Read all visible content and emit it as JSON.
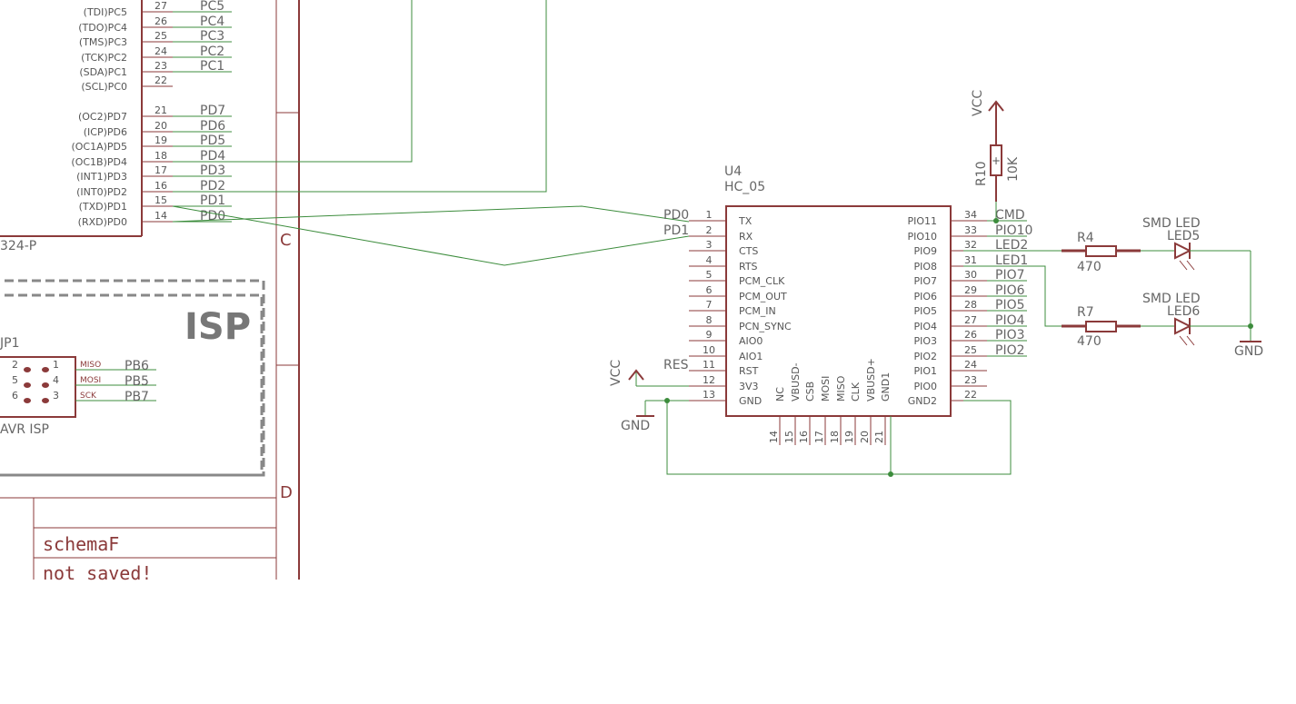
{
  "colors": {
    "symbol": "#8b3a3a",
    "wire": "#3c8c3c",
    "text": "#666666"
  },
  "mcu": {
    "part_label": "324-P",
    "pins": [
      {
        "num": "27",
        "fn": "(TDI)PC5",
        "net": "PC5"
      },
      {
        "num": "26",
        "fn": "(TDO)PC4",
        "net": "PC4"
      },
      {
        "num": "25",
        "fn": "(TMS)PC3",
        "net": "PC3"
      },
      {
        "num": "24",
        "fn": "(TCK)PC2",
        "net": "PC2"
      },
      {
        "num": "23",
        "fn": "(SDA)PC1",
        "net": "PC1"
      },
      {
        "num": "22",
        "fn": "(SCL)PC0",
        "net": ""
      },
      {
        "num": "21",
        "fn": "(OC2)PD7",
        "net": "PD7"
      },
      {
        "num": "20",
        "fn": "(ICP)PD6",
        "net": "PD6"
      },
      {
        "num": "19",
        "fn": "(OC1A)PD5",
        "net": "PD5"
      },
      {
        "num": "18",
        "fn": "(OC1B)PD4",
        "net": "PD4"
      },
      {
        "num": "17",
        "fn": "(INT1)PD3",
        "net": "PD3"
      },
      {
        "num": "16",
        "fn": "(INT0)PD2",
        "net": "PD2"
      },
      {
        "num": "15",
        "fn": "(TXD)PD1",
        "net": "PD1"
      },
      {
        "num": "14",
        "fn": "(RXD)PD0",
        "net": "PD0"
      }
    ]
  },
  "frame": {
    "row_c": "C",
    "row_d": "D",
    "sheet_name": "schemaF",
    "status": "not saved!"
  },
  "isp": {
    "title": "ISP",
    "ref": "JP1",
    "name": "AVR ISP",
    "pins_left": [
      "2",
      "5",
      "6"
    ],
    "pins_right": [
      "1",
      "4",
      "3"
    ],
    "signals": [
      {
        "sig": "MISO",
        "net": "PB6"
      },
      {
        "sig": "MOSI",
        "net": "PB5"
      },
      {
        "sig": "SCK",
        "net": "PB7"
      }
    ]
  },
  "bt": {
    "ref": "U4",
    "value": "HC_05",
    "left_pins": [
      {
        "num": "1",
        "fn": "TX",
        "net": "PD0"
      },
      {
        "num": "2",
        "fn": "RX",
        "net": "PD1"
      },
      {
        "num": "3",
        "fn": "CTS",
        "net": ""
      },
      {
        "num": "4",
        "fn": "RTS",
        "net": ""
      },
      {
        "num": "5",
        "fn": "PCM_CLK",
        "net": ""
      },
      {
        "num": "6",
        "fn": "PCM_OUT",
        "net": ""
      },
      {
        "num": "7",
        "fn": "PCM_IN",
        "net": ""
      },
      {
        "num": "8",
        "fn": "PCN_SYNC",
        "net": ""
      },
      {
        "num": "9",
        "fn": "AIO0",
        "net": ""
      },
      {
        "num": "10",
        "fn": "AIO1",
        "net": ""
      },
      {
        "num": "11",
        "fn": "RST",
        "net": "RES"
      },
      {
        "num": "12",
        "fn": "3V3",
        "net": ""
      },
      {
        "num": "13",
        "fn": "GND",
        "net": ""
      }
    ],
    "right_pins": [
      {
        "num": "34",
        "fn": "PIO11",
        "net": "CMD"
      },
      {
        "num": "33",
        "fn": "PIO10",
        "net": "PIO10"
      },
      {
        "num": "32",
        "fn": "PIO9",
        "net": "LED2"
      },
      {
        "num": "31",
        "fn": "PIO8",
        "net": "LED1"
      },
      {
        "num": "30",
        "fn": "PIO7",
        "net": "PIO7"
      },
      {
        "num": "29",
        "fn": "PIO6",
        "net": "PIO6"
      },
      {
        "num": "28",
        "fn": "PIO5",
        "net": "PIO5"
      },
      {
        "num": "27",
        "fn": "PIO4",
        "net": "PIO4"
      },
      {
        "num": "26",
        "fn": "PIO3",
        "net": "PIO3"
      },
      {
        "num": "25",
        "fn": "PIO2",
        "net": "PIO2"
      },
      {
        "num": "24",
        "fn": "PIO1",
        "net": ""
      },
      {
        "num": "23",
        "fn": "PIO0",
        "net": ""
      },
      {
        "num": "22",
        "fn": "GND2",
        "net": ""
      }
    ],
    "bottom_pins": [
      {
        "num": "14",
        "fn": "NC"
      },
      {
        "num": "15",
        "fn": "VBUSD-"
      },
      {
        "num": "16",
        "fn": "CSB"
      },
      {
        "num": "17",
        "fn": "MOSI"
      },
      {
        "num": "18",
        "fn": "MISO"
      },
      {
        "num": "19",
        "fn": "CLK"
      },
      {
        "num": "20",
        "fn": "VBUSD+"
      },
      {
        "num": "21",
        "fn": "GND1"
      }
    ]
  },
  "power": {
    "vcc": "VCC",
    "gnd": "GND"
  },
  "r10": {
    "ref": "R10",
    "value": "10K"
  },
  "r4": {
    "ref": "R4",
    "value": "470"
  },
  "r7": {
    "ref": "R7",
    "value": "470"
  },
  "led5": {
    "type": "SMD LED",
    "ref": "LED5"
  },
  "led6": {
    "type": "SMD LED",
    "ref": "LED6"
  }
}
